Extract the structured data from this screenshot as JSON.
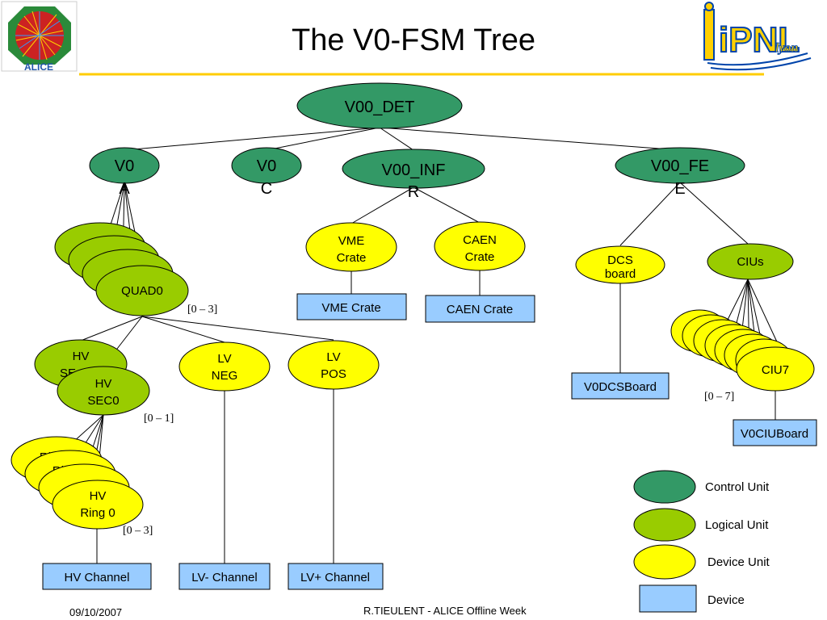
{
  "title": "The V0-FSM Tree",
  "colors": {
    "control": "#339966",
    "logical": "#99cc00",
    "device_unit": "#ffff00",
    "device": "#99ccff",
    "rule": "#ffcc00"
  },
  "logos": {
    "left": {
      "icon": "alice-logo-icon",
      "text": "ALICE"
    },
    "right": {
      "icon": "ipnl-logo-icon",
      "text": "iPNL",
      "sub": "lyon"
    }
  },
  "nodes": {
    "v00_det": "V00_DET",
    "v0a": [
      "V0",
      "A"
    ],
    "v0c": [
      "V0",
      "C"
    ],
    "v00_infr": [
      "V00_INF",
      "R"
    ],
    "v00_fee": [
      "V00_FE",
      "E"
    ],
    "quad": "QUAD0",
    "vme_crate_unit": [
      "VME",
      "Crate"
    ],
    "caen_crate_unit": [
      "CAEN",
      "Crate"
    ],
    "dcs_board": [
      "DCS",
      "board"
    ],
    "cius": "CIUs",
    "ciu": "CIU7",
    "hv_sec_back": [
      "HV",
      "SE"
    ],
    "hv_sec": [
      "HV",
      "SEC0"
    ],
    "lv_neg": [
      "LV",
      "NEG"
    ],
    "lv_pos": [
      "LV",
      "POS"
    ],
    "hv_ring_back1": "Ri",
    "hv_ring_back2": "Ri",
    "hv_ring": [
      "HV",
      "Ring 0"
    ]
  },
  "devices": {
    "vme_crate": "VME Crate",
    "caen_crate": "CAEN Crate",
    "v0dcsboard": "V0DCSBoard",
    "v0ciuboard": "V0CIUBoard",
    "hv_channel": "HV Channel",
    "lv_minus_channel": "LV- Channel",
    "lv_plus_channel": "LV+ Channel"
  },
  "ranges": {
    "quad": "[0 – 3]",
    "hv_sec": "[0 – 1]",
    "hv_ring": "[0 – 3]",
    "ciu": "[0 – 7]"
  },
  "legend": [
    {
      "label": "Control Unit",
      "kind": "control"
    },
    {
      "label": "Logical Unit",
      "kind": "logical"
    },
    {
      "label": "Device Unit",
      "kind": "device_unit"
    },
    {
      "label": "Device",
      "kind": "device"
    }
  ],
  "footer": {
    "date": "09/10/2007",
    "credit": "R.TIEULENT - ALICE Offline Week"
  }
}
